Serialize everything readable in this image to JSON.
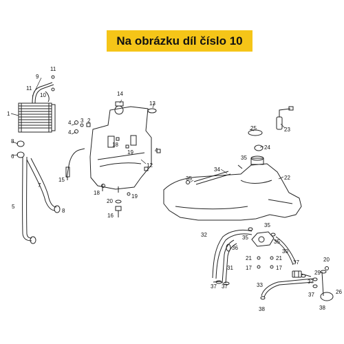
{
  "banner": {
    "text": "Na obrázku díl číslo 10",
    "color": "#f5c518"
  },
  "callouts": {
    "c1": "1",
    "c4a": "4",
    "c4b": "4",
    "c4c": "4",
    "c3": "3",
    "c2": "2",
    "c5": "5",
    "c6": "6",
    "c7": "7",
    "c8a": "8",
    "c8b": "8",
    "c9": "9",
    "c10": "10",
    "c11a": "11",
    "c11b": "11",
    "c12": "12",
    "c13": "13",
    "c14": "14",
    "c15": "15",
    "c16": "16",
    "c17a": "17",
    "c17b": "17",
    "c18a": "18",
    "c18b": "18",
    "c19a": "19",
    "c19b": "19",
    "c20a": "20",
    "c20b": "20",
    "c21a": "21",
    "c21b": "21",
    "c22": "22",
    "c23": "23",
    "c24": "24",
    "c25": "25",
    "c26": "26",
    "c29": "29",
    "c30": "30",
    "c31": "31",
    "c32": "32",
    "c33": "33",
    "c34": "34",
    "c35a": "35",
    "c35b": "35",
    "c35c": "35",
    "c35d": "35",
    "c35e": "35",
    "c36": "36",
    "c37a": "37",
    "c37b": "37",
    "c37c": "37",
    "c37d": "37",
    "c37e": "37",
    "c38a": "38",
    "c38b": "38"
  }
}
